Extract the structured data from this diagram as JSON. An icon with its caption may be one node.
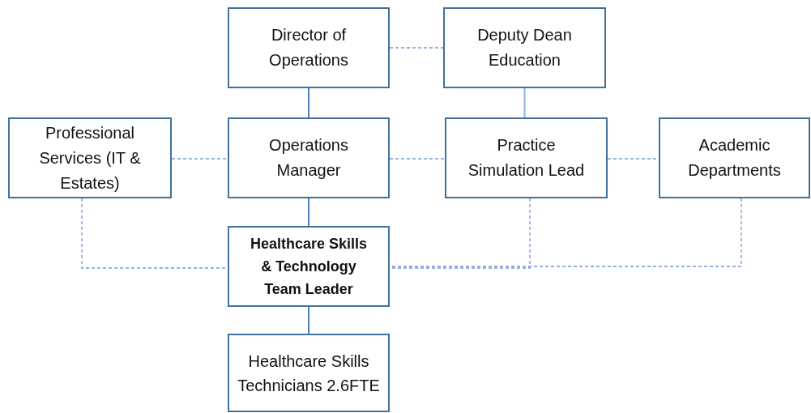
{
  "diagram": {
    "nodes": [
      {
        "text": [
          "Director of Operations"
        ]
      },
      {
        "text": [
          "Deputy Dean Education"
        ]
      },
      {
        "text": [
          "Professional Services (IT & Estates)"
        ]
      },
      {
        "text": [
          "Operations Manager"
        ]
      },
      {
        "text": [
          "Practice Simulation Lead"
        ]
      },
      {
        "text": [
          "Academic Departments"
        ]
      },
      {
        "text": [
          "Healthcare Skills & Technology Team Leader"
        ]
      },
      {
        "text": [
          "Healthcare Skills Technicians 2.6FTE"
        ]
      }
    ],
    "edges": [
      {
        "from": 0,
        "to": 1,
        "arrow": "none",
        "style": "dashed"
      },
      {
        "from": 0,
        "to": 3,
        "arrow": "none"
      },
      {
        "from": 1,
        "to": 4,
        "arrow": "none",
        "color": "#8eb4e3"
      },
      {
        "from": 2,
        "to": 3,
        "arrow": "none",
        "style": "dashed"
      },
      {
        "from": 3,
        "to": 4,
        "arrow": "none",
        "style": "dashed"
      },
      {
        "from": 4,
        "to": 5,
        "arrow": "none",
        "style": "dashed"
      },
      {
        "from": 3,
        "to": 6,
        "arrow": "none"
      },
      {
        "from": 2,
        "to": 6,
        "arrow": "none",
        "style": "dashed"
      },
      {
        "from": 4,
        "to": 6,
        "arrow": "none",
        "style": "dashed"
      },
      {
        "from": 5,
        "to": 6,
        "arrow": "none",
        "style": "dashed"
      },
      {
        "from": 6,
        "to": 7,
        "arrow": "none"
      }
    ]
  }
}
